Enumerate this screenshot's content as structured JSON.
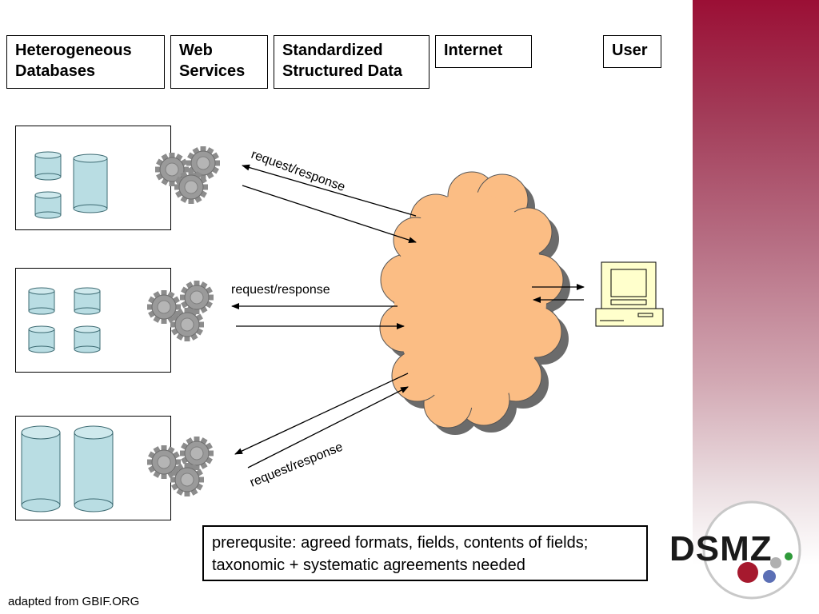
{
  "headers": {
    "heterogeneous_line1": "Heterogeneous",
    "heterogeneous_line2": "Databases",
    "web_line1": "Web",
    "web_line2": "Services",
    "standardized_line1": "Standardized",
    "standardized_line2": "Structured Data",
    "internet": "Internet",
    "user": "User"
  },
  "arrows": {
    "label_top": "request/response",
    "label_middle": "request/response",
    "label_bottom": "request/response"
  },
  "note": {
    "line1": "prerequsite: agreed formats, fields, contents of fields;",
    "line2": "taxonomic + systematic agreements needed"
  },
  "credit": "adapted from GBIF.ORG",
  "logo": {
    "text": "DSMZ"
  },
  "colors": {
    "cloud": "#fbbd84",
    "database": "#b9dde3",
    "computer": "#ffffcc",
    "gear": "#8c8c8c",
    "sidebar_top": "#9b0f35",
    "logo_red": "#a6192e",
    "logo_blue": "#5b6fb5",
    "logo_green": "#2f9a3a"
  }
}
